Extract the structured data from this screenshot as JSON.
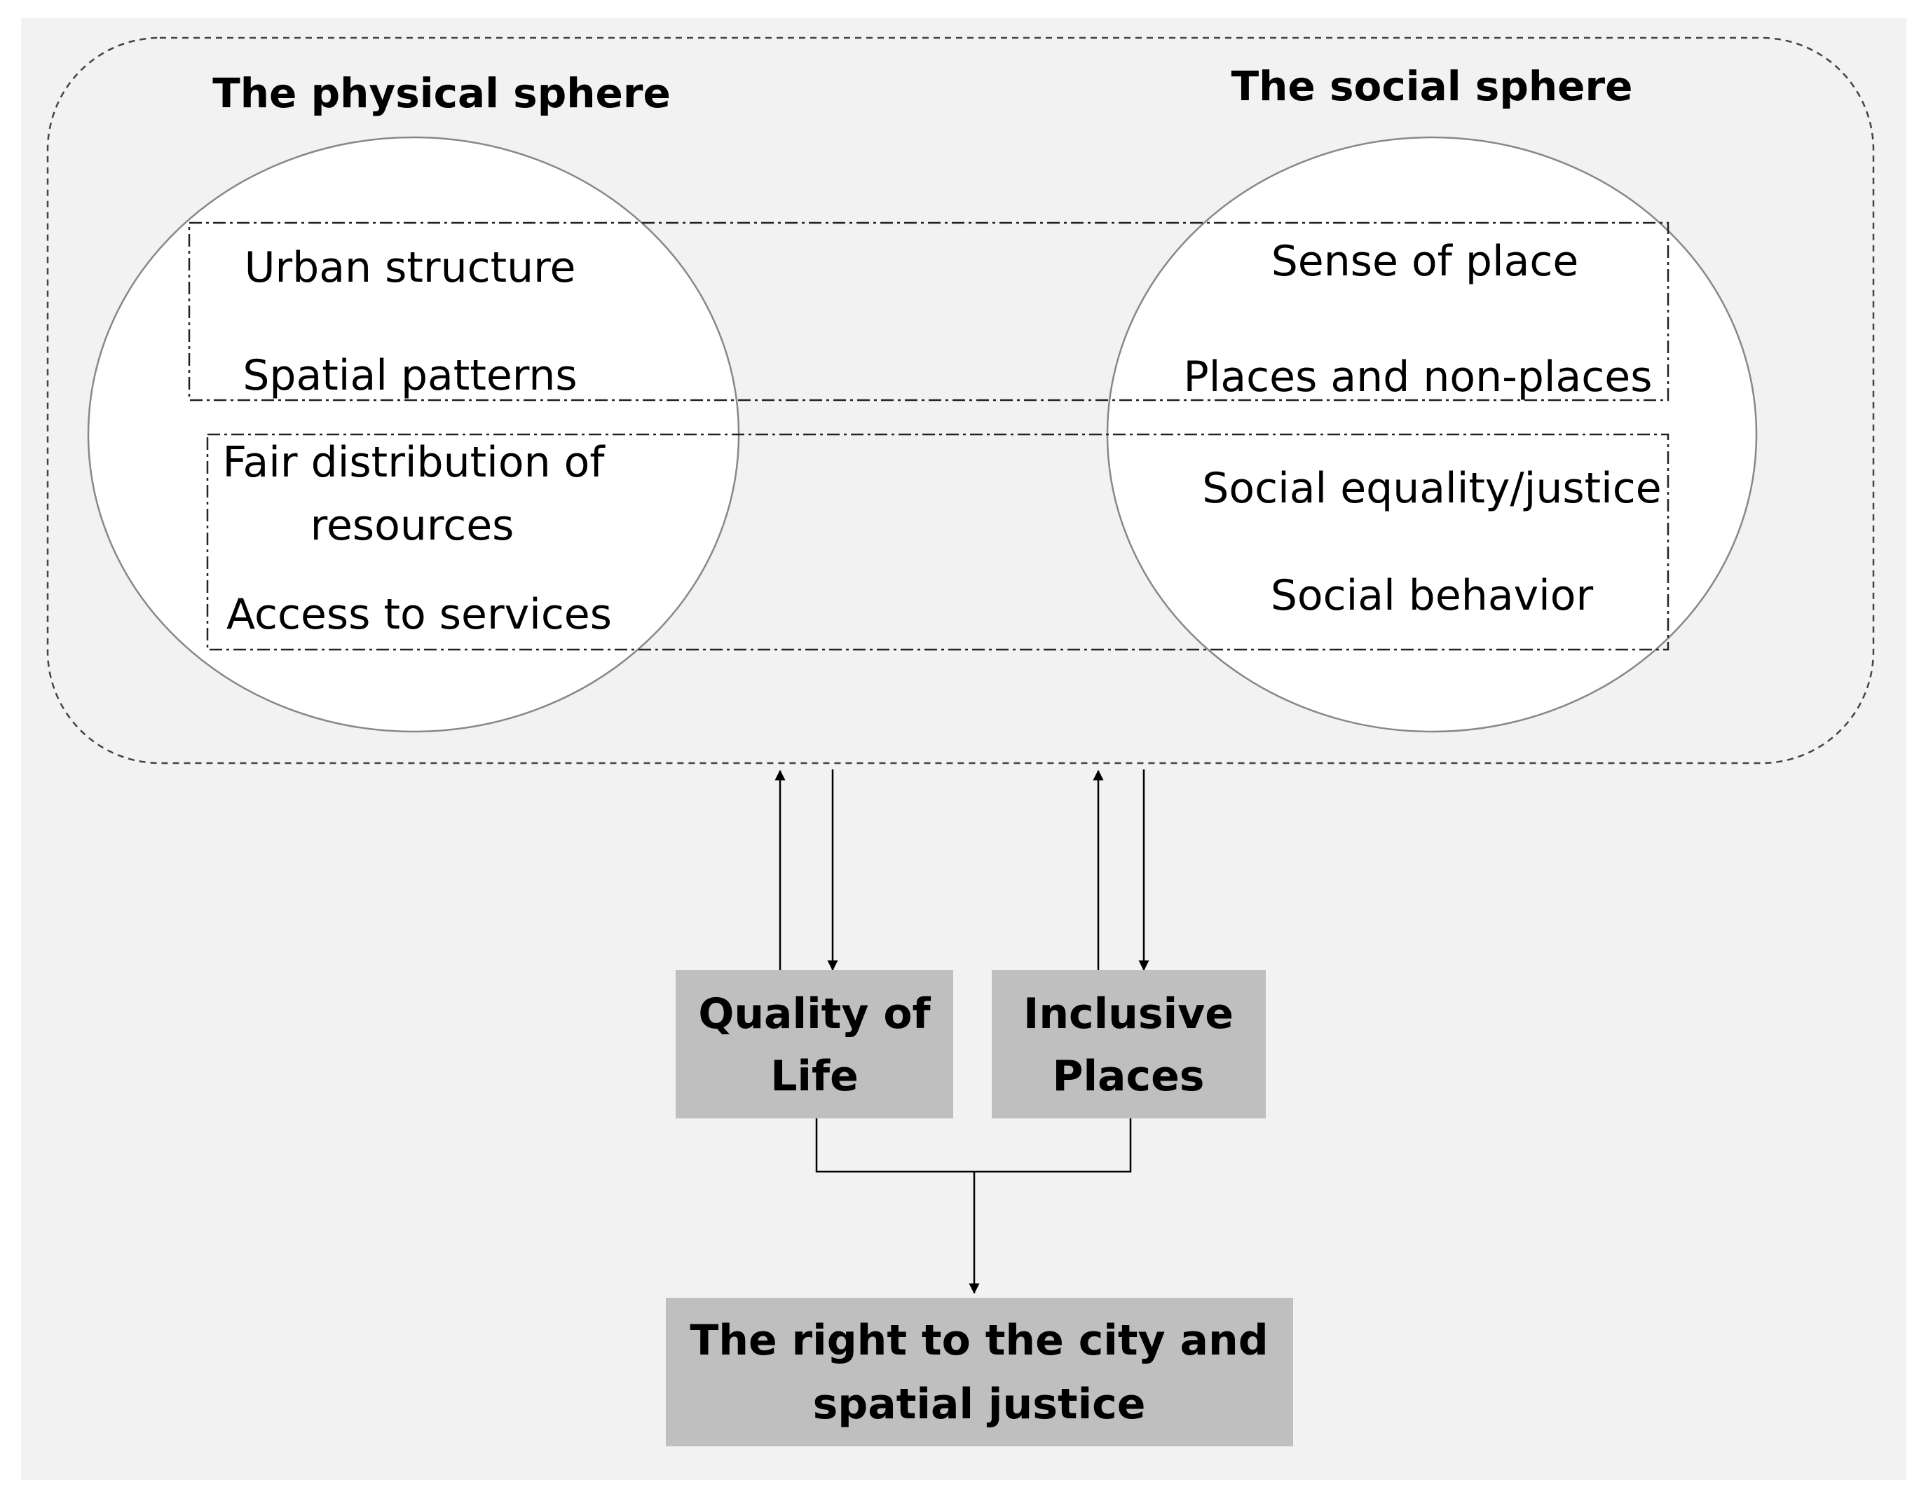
{
  "diagram": {
    "physical_sphere": {
      "title": "The physical sphere",
      "items": [
        "Urban structure",
        "Spatial patterns",
        "Fair distribution of",
        "resources",
        "Access to services"
      ]
    },
    "social_sphere": {
      "title": "The social sphere",
      "items": [
        "Sense of place",
        "Places and non-places",
        "Social equality/justice",
        "Social behavior"
      ]
    },
    "outcomes": {
      "quality_of_life": [
        "Quality of",
        "Life"
      ],
      "inclusive_places": [
        "Inclusive",
        "Places"
      ]
    },
    "goal": [
      "The right to the city and",
      "spatial justice"
    ],
    "colors": {
      "background": "#f2f2f2",
      "circle_fill": "#ffffff",
      "box_fill": "#bfbfbf",
      "line": "#000000"
    }
  }
}
